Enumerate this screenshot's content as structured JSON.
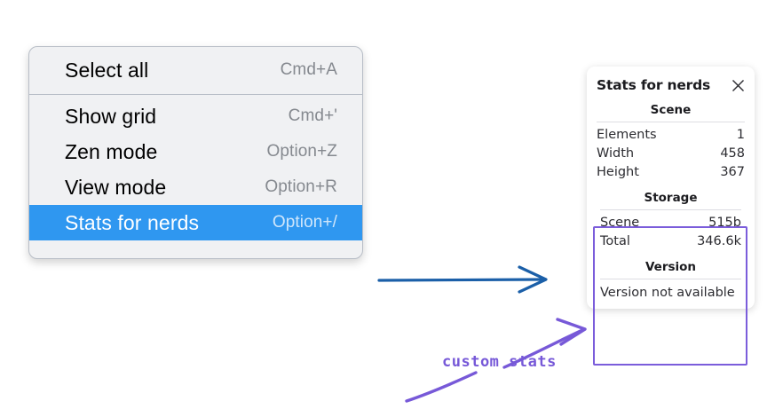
{
  "context_menu": {
    "sections": [
      {
        "items": [
          {
            "label": "Select all",
            "shortcut": "Cmd+A",
            "selected": false
          }
        ]
      },
      {
        "items": [
          {
            "label": "Show grid",
            "shortcut": "Cmd+'",
            "selected": false
          },
          {
            "label": "Zen mode",
            "shortcut": "Option+Z",
            "selected": false
          },
          {
            "label": "View mode",
            "shortcut": "Option+R",
            "selected": false
          },
          {
            "label": "Stats for nerds",
            "shortcut": "Option+/",
            "selected": true
          }
        ]
      }
    ]
  },
  "stats_panel": {
    "title": "Stats for nerds",
    "close_icon": "close-icon",
    "scene": {
      "heading": "Scene",
      "rows": [
        {
          "label": "Elements",
          "value": "1"
        },
        {
          "label": "Width",
          "value": "458"
        },
        {
          "label": "Height",
          "value": "367"
        }
      ]
    },
    "storage": {
      "heading": "Storage",
      "rows": [
        {
          "label": "Scene",
          "value": "515b"
        },
        {
          "label": "Total",
          "value": "346.6k"
        }
      ]
    },
    "version": {
      "heading": "Version",
      "note": "Version not available"
    }
  },
  "annotations": {
    "custom_stats_label": "custom stats",
    "blue_arrow_color": "#1b5fa8",
    "purple_color": "#7759d8",
    "highlight_box_color": "#7b5ddb"
  },
  "colors": {
    "menu_background": "#f0f1f3",
    "menu_border": "#b8bec7",
    "selection_blue": "#2f97f0",
    "panel_background": "#ffffff"
  }
}
